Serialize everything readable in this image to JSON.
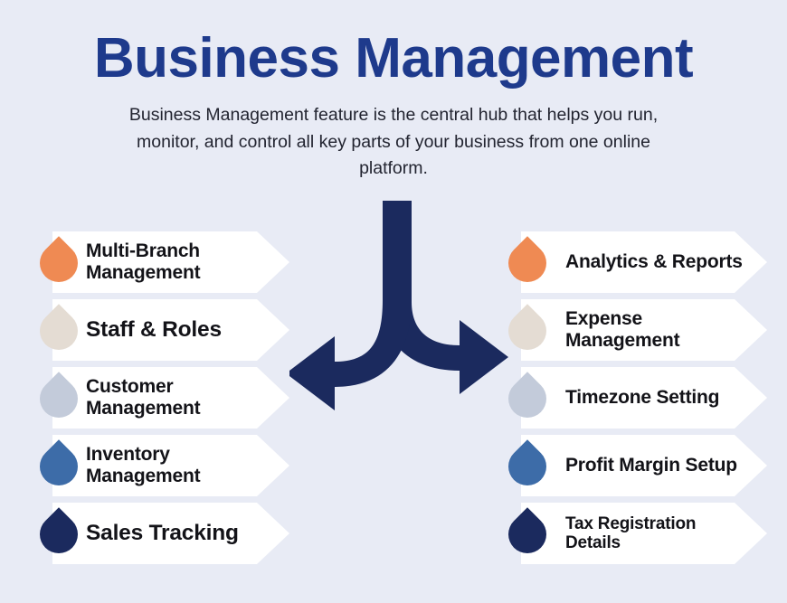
{
  "header": {
    "title": "Business Management",
    "subtitle": "Business Management feature is the central hub that helps you run, monitor, and control all key parts of your business from one online platform.",
    "title_color": "#1e3a8c",
    "subtitle_color": "#222430"
  },
  "background_color": "#e8ebf5",
  "center_arrow": {
    "icon": "split-arrow-left-right-icon",
    "color": "#1b2a5e",
    "description": "Vertical stem splitting into a right-pointing arrow and a down-left curving arrow"
  },
  "palette": {
    "orange": "#ef8a53",
    "beige": "#e4dcd3",
    "light_blue_gray": "#c3cbda",
    "medium_blue": "#3d6ca8",
    "dark_navy": "#1b2a5e",
    "banner_white": "#ffffff"
  },
  "columns": {
    "left": {
      "name": "left-feature-column",
      "items": [
        {
          "label": "Multi-Branch Management",
          "marker_color": "#ef8a53",
          "size": "size-md"
        },
        {
          "label": "Staff & Roles",
          "marker_color": "#e4dcd3",
          "size": "size-lg"
        },
        {
          "label": "Customer Management",
          "marker_color": "#c3cbda",
          "size": "size-md"
        },
        {
          "label": "Inventory Management",
          "marker_color": "#3d6ca8",
          "size": "size-md"
        },
        {
          "label": "Sales Tracking",
          "marker_color": "#1b2a5e",
          "size": "size-lg"
        }
      ]
    },
    "right": {
      "name": "right-feature-column",
      "items": [
        {
          "label": "Analytics & Reports",
          "marker_color": "#ef8a53",
          "size": "size-md"
        },
        {
          "label": "Expense Management",
          "marker_color": "#e4dcd3",
          "size": "size-md"
        },
        {
          "label": "Timezone Setting",
          "marker_color": "#c3cbda",
          "size": "size-md"
        },
        {
          "label": "Profit Margin Setup",
          "marker_color": "#3d6ca8",
          "size": "size-md"
        },
        {
          "label": "Tax Registration Details",
          "marker_color": "#1b2a5e",
          "size": "size-sm"
        }
      ]
    }
  }
}
